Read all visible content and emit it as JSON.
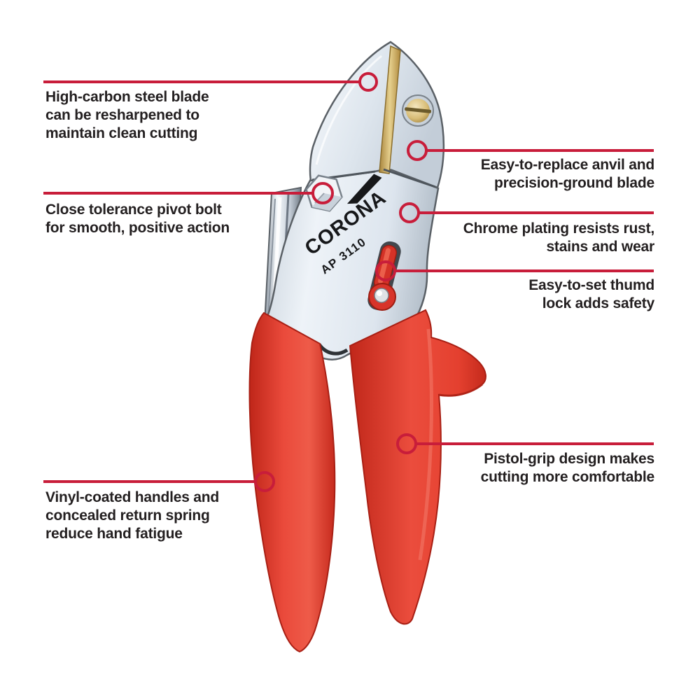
{
  "product": {
    "brand_logo": "CORONA",
    "model_number": "AP 3110"
  },
  "colors": {
    "callout_red": "#c81d3a",
    "handle_red": "#e5392e",
    "label_text": "#231f20",
    "brass_anvil": "#d7b369",
    "chrome_light": "#f2f6fa",
    "chrome_dark": "#9aa6b2"
  },
  "callouts": [
    {
      "name": "high-carbon-blade",
      "lines": [
        "High-carbon steel blade",
        "can be resharpened to",
        "maintain clean cutting"
      ]
    },
    {
      "name": "pivot-bolt",
      "lines": [
        "Close tolerance pivot bolt",
        "for smooth, positive action"
      ]
    },
    {
      "name": "replaceable-anvil",
      "lines": [
        "Easy-to-replace anvil and",
        "precision-ground blade"
      ]
    },
    {
      "name": "chrome-plating",
      "lines": [
        "Chrome plating resists rust,",
        "stains and wear"
      ]
    },
    {
      "name": "thumb-lock",
      "lines": [
        "Easy-to-set thumd",
        "lock adds safety"
      ]
    },
    {
      "name": "pistol-grip",
      "lines": [
        "Pistol-grip design makes",
        "cutting more comfortable"
      ]
    },
    {
      "name": "vinyl-handles",
      "lines": [
        "Vinyl-coated handles and",
        "concealed return spring",
        "reduce hand fatigue"
      ]
    }
  ]
}
